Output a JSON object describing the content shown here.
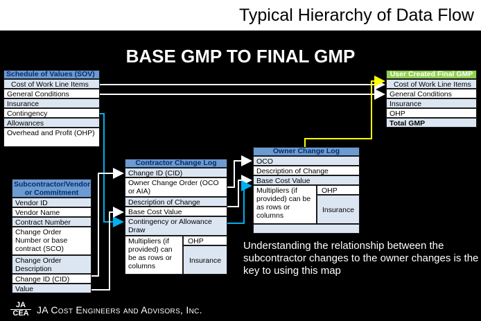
{
  "banner_title": "Typical Hierarchy of Data Flow",
  "main_title": "BASE GMP TO FINAL GMP",
  "sov": {
    "header": "Schedule of Values (SOV)",
    "rows": [
      "Cost of Work Line Items",
      "General Conditions",
      "Insurance",
      "Contingency",
      "Allowances",
      "Overhead and Profit (OHP)"
    ]
  },
  "sub": {
    "header": "Subcontractor/Vendor or Commitment",
    "rows": [
      "Vendor ID",
      "Vendor Name",
      "Contract Number",
      "Change Order Number or base contract (SCO)",
      "Change Order Description",
      "Change ID (CID)",
      "Value"
    ]
  },
  "ccl": {
    "header": "Contractor Change Log",
    "rows": [
      "Change ID (CID)",
      "Owner Change Order (OCO or AIA)",
      "Description of Change",
      "Base Cost Value",
      "Contingency or Allowance Draw"
    ],
    "multipliers": "Multipliers (if provided) can be as rows or columns",
    "ohp": "OHP",
    "insurance": "Insurance"
  },
  "ocl": {
    "header": "Owner Change Log",
    "rows": [
      "OCO",
      "Description of Change",
      "Base Cost Value"
    ],
    "multipliers": "Multipliers (if provided) can be as rows or columns",
    "ohp": "OHP",
    "insurance": "Insurance"
  },
  "final": {
    "header": "User Created Final GMP",
    "rows": [
      "Cost of Work Line Items",
      "General Conditions",
      "Insurance",
      "OHP",
      "Total GMP"
    ]
  },
  "note": "Understanding the relationship between the subcontractor changes to the owner changes is the key to using this map",
  "logo_top": "JA",
  "logo_bottom": "CEA",
  "company": "JA Cost Engineers and Advisors, Inc.",
  "colors": {
    "blue_header": "#6b9bd2",
    "green_header": "#92d050",
    "light_row": "#dce6f2",
    "arrow_yellow": "#ffff00",
    "arrow_blue": "#00b0f0",
    "arrow_white": "#ffffff"
  }
}
